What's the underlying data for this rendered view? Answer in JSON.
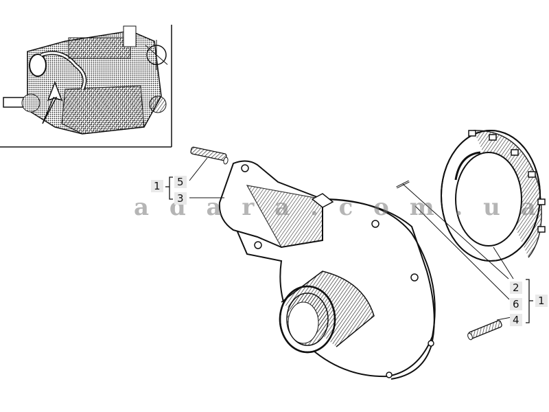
{
  "watermark": "a d a r a . c o m . u a",
  "callouts_left": {
    "group": "1",
    "top": "5",
    "bottom": "3"
  },
  "callouts_right": {
    "group": "1",
    "top": "2",
    "middle": "6",
    "bottom": "4"
  },
  "colors": {
    "line": "#111111",
    "label_box": "#e9e9e9",
    "watermark": "#8a8a8a"
  }
}
